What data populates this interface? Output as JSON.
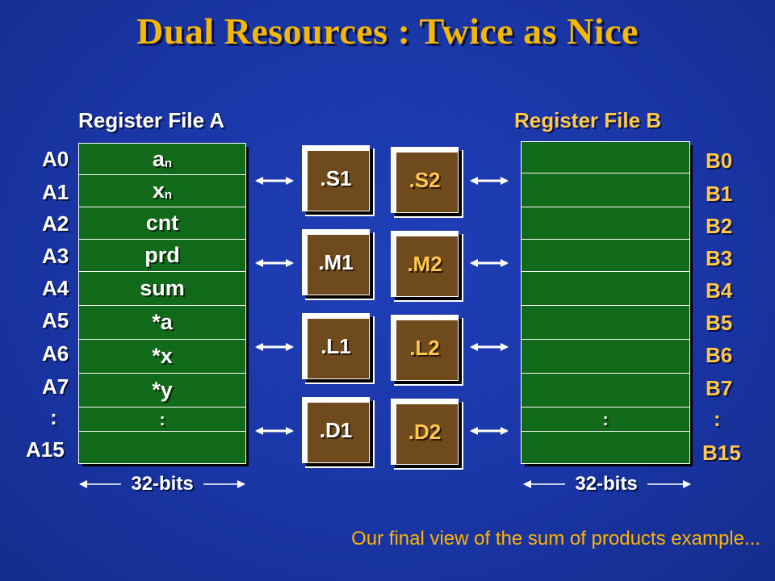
{
  "title": "Dual Resources : Twice as Nice",
  "register_file_a": {
    "title": "Register File A",
    "labels": [
      "A0",
      "A1",
      "A2",
      "A3",
      "A4",
      "A5",
      "A6",
      "A7",
      ":",
      "A15"
    ],
    "values": [
      "a",
      "x",
      "cnt",
      "prd",
      "sum",
      "*a",
      "*x",
      "*y",
      ":",
      ""
    ],
    "subscripts": {
      "a": "n",
      "x": "n"
    },
    "width_label": "32-bits"
  },
  "register_file_b": {
    "title": "Register File B",
    "labels": [
      "B0",
      "B1",
      "B2",
      "B3",
      "B4",
      "B5",
      "B6",
      "B7",
      ":",
      "B15"
    ],
    "values": [
      "",
      "",
      "",
      "",
      "",
      "",
      "",
      "",
      ":",
      ""
    ],
    "width_label": "32-bits"
  },
  "units_a": [
    ".S1",
    ".M1",
    ".L1",
    ".D1"
  ],
  "units_b": [
    ".S2",
    ".M2",
    ".L2",
    ".D2"
  ],
  "caption": "Our final view of the sum of products example...",
  "colors": {
    "background": "#1a36a6",
    "title": "#f5b800",
    "register_green": "#11691a",
    "unit_brown": "#6e4a1c",
    "b_side_text": "#ffc84a"
  }
}
